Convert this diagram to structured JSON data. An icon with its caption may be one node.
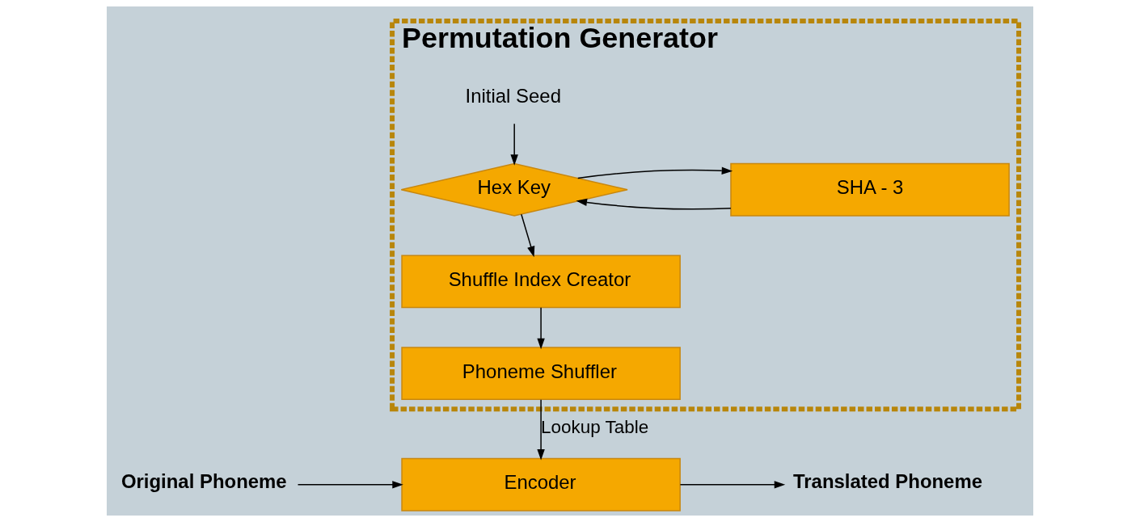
{
  "diagram": {
    "nodes": [
      {
        "text": [
          "Permutation Generator"
        ]
      },
      {
        "text": [
          "Initial Seed"
        ],
        "in": 0
      },
      {
        "text": [
          "Hex Key"
        ],
        "in": 0
      },
      {
        "text": [
          "SHA - 3"
        ],
        "in": 0
      },
      {
        "text": [
          "Shuffle Index Creator"
        ],
        "in": 0
      },
      {
        "text": [
          "Phoneme Shuffler"
        ],
        "in": 0
      },
      {
        "text": [
          "Encoder"
        ]
      },
      {
        "text": [
          "Original Phoneme"
        ]
      },
      {
        "text": [
          "Translated Phoneme"
        ]
      }
    ],
    "edges": [
      {
        "from": 1,
        "to": 2,
        "arrow": "to"
      },
      {
        "from": 3,
        "to": 2,
        "arrow": "to"
      },
      {
        "from": 2,
        "to": 3,
        "arrow": "to"
      },
      {
        "from": 2,
        "to": 4,
        "arrow": "to"
      },
      {
        "from": 4,
        "to": 5,
        "arrow": "to"
      },
      {
        "from": 5,
        "to": 6,
        "arrow": "to",
        "label": "Lookup Table"
      },
      {
        "from": 7,
        "to": 6,
        "arrow": "to"
      },
      {
        "from": 6,
        "to": 8,
        "arrow": "to"
      }
    ]
  }
}
